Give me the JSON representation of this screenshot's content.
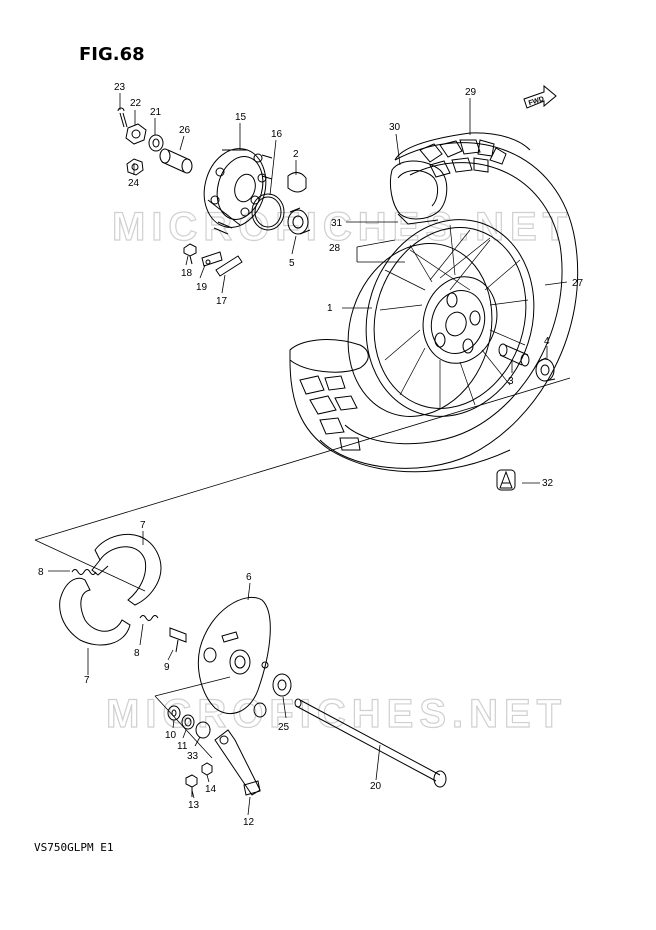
{
  "figure_title": "FIG.68",
  "model_code": "VS750GLPM E1",
  "watermark": "MICROFICHES.NET",
  "fwd_label": "FWD",
  "callouts": [
    "1",
    "2",
    "3",
    "4",
    "5",
    "6",
    "7",
    "7",
    "8",
    "8",
    "9",
    "10",
    "11",
    "12",
    "13",
    "14",
    "15",
    "16",
    "17",
    "18",
    "19",
    "20",
    "21",
    "22",
    "23",
    "24",
    "25",
    "26",
    "27",
    "28",
    "29",
    "30",
    "31",
    "32",
    "33"
  ],
  "colors": {
    "line": "#000000",
    "watermark": "#d0d0d0"
  }
}
